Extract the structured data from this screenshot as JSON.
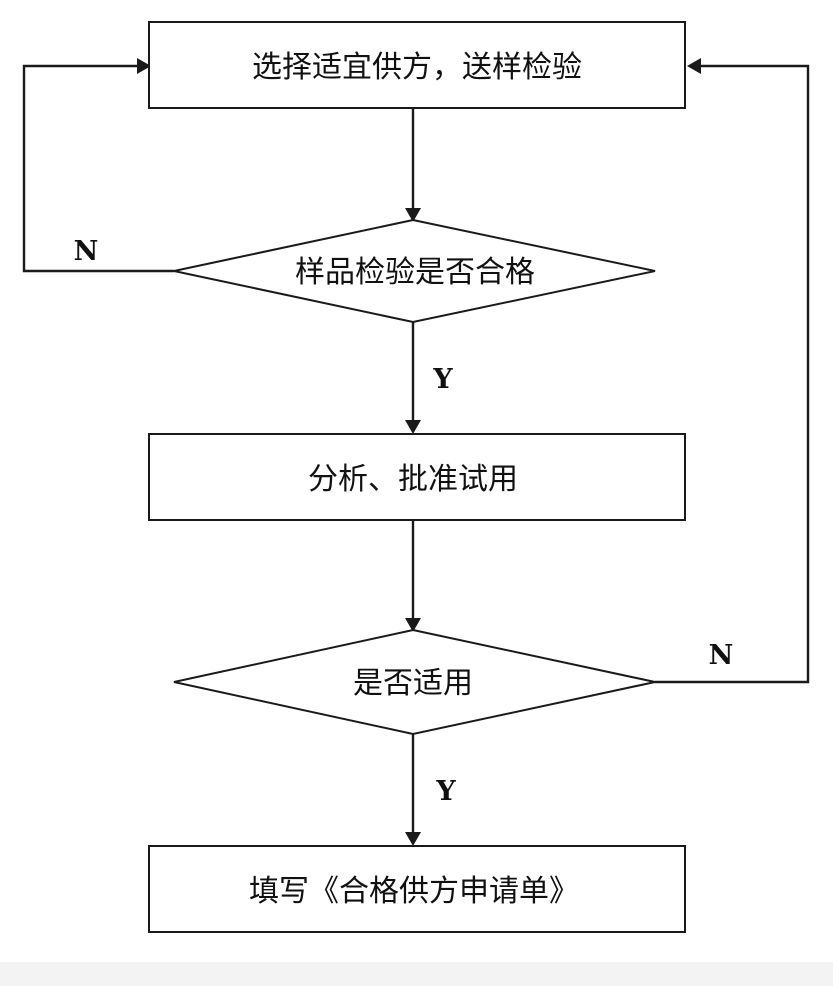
{
  "nodes": {
    "select_supplier": "选择适宜供方，送样检验",
    "sample_check": "样品检验是否合格",
    "analyze_approve": "分析、批准试用",
    "is_suitable": "是否适用",
    "fill_form": "填写《合格供方申请单》"
  },
  "edges": {
    "sample_check_no": "N",
    "sample_check_yes": "Y",
    "is_suitable_no": "N",
    "is_suitable_yes": "Y"
  },
  "colors": {
    "line": "#1a1a1a",
    "text": "#111111",
    "background": "#ffffff"
  }
}
